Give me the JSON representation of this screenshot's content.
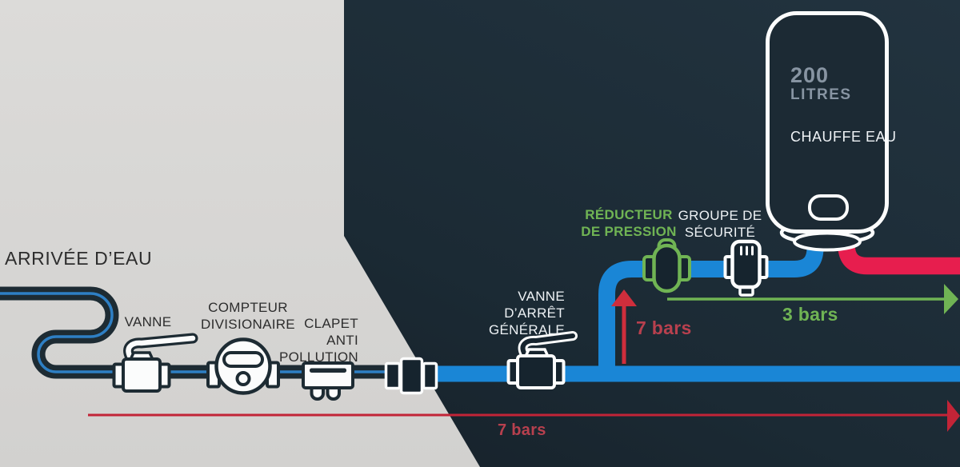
{
  "diagram": {
    "title": "ARRIVÉE D’EAU",
    "components": {
      "supply_valve": {
        "label": "VANNE"
      },
      "meter": {
        "line1": "COMPTEUR",
        "line2": "DIVISIONAIRE"
      },
      "check_valve": {
        "line1": "CLAPET",
        "line2": "ANTI",
        "line3": "POLLUTION"
      },
      "main_stop_valve": {
        "line1": "VANNE",
        "line2": "D’ARRÊT",
        "line3": "GÉNÉRALE"
      },
      "pressure_reducer": {
        "line1": "RÉDUCTEUR",
        "line2": "DE PRESSION"
      },
      "safety_group": {
        "line1": "GROUPE DE",
        "line2": "SÉCURITÉ"
      }
    },
    "heater": {
      "capacity": "200",
      "capacity_unit": "LITRES",
      "name_line1": "CHAUFFE",
      "name_line2": "EAU"
    },
    "pressures": {
      "inlet": "7 bars",
      "reduced": "3 bars",
      "main_line": "7 bars"
    }
  },
  "colors": {
    "bg-light-1": "#dcdbd9",
    "bg-light-2": "#d2d1cf",
    "bg-dark-1": "#22333f",
    "bg-dark-2": "#141c24",
    "cold": "#1a86d6",
    "cold-stripe": "#2e7fc4",
    "hot": "#e71e4e",
    "ink": "#1d2b33",
    "icon-fill-dark": "#16242e",
    "white-line": "#fcfdfd",
    "green": "#70b454",
    "red-bright": "#cf2e3c",
    "red-line": "#c22437",
    "red-text": "#b8404e",
    "label-dark": "#2d2d2d",
    "label-light": "#eef2f5",
    "tank-num": "#8794a2",
    "tank-fill": "#1c2a34"
  }
}
